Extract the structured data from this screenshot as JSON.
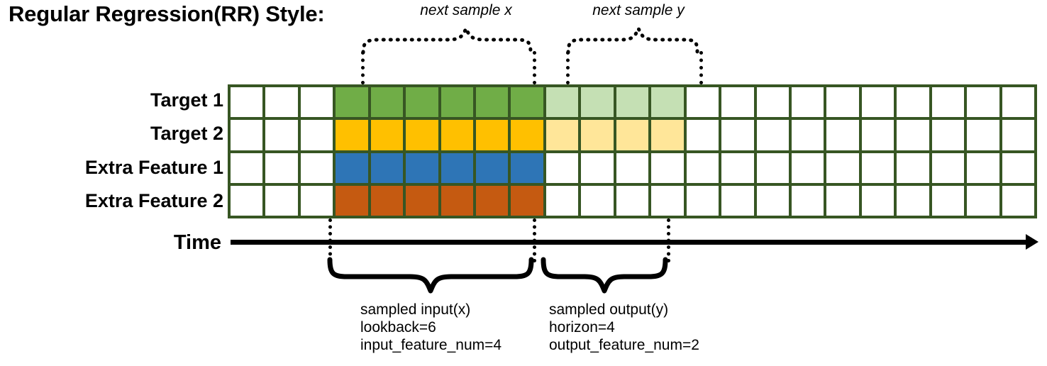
{
  "title": "Regular Regression(RR) Style:",
  "rows": [
    {
      "label": "Target 1",
      "color": "#70ad47",
      "faded": "#c5e0b4",
      "has_output": true
    },
    {
      "label": "Target 2",
      "color": "#ffc000",
      "faded": "#ffe699",
      "has_output": true
    },
    {
      "label": "Extra Feature 1",
      "color": "#2e75b6",
      "faded": null,
      "has_output": false
    },
    {
      "label": "Extra Feature 2",
      "color": "#c55a11",
      "faded": null,
      "has_output": false
    }
  ],
  "grid": {
    "total_columns": 23,
    "leading_blank_columns": 3,
    "input_columns": 6,
    "output_columns": 4,
    "trailing_blank_columns": 10,
    "border_color": "#375623",
    "empty_cell_color": "#ffffff"
  },
  "axis": {
    "label": "Time",
    "arrow_direction": "right"
  },
  "top_annotations": [
    {
      "text": "next sample x"
    },
    {
      "text": "next sample y"
    }
  ],
  "bottom_annotations": [
    {
      "line1": "sampled input(x)",
      "line2": "lookback=6",
      "line3": "input_feature_num=4"
    },
    {
      "line1": "sampled output(y)",
      "line2": "horizon=4",
      "line3": "output_feature_num=2"
    }
  ]
}
